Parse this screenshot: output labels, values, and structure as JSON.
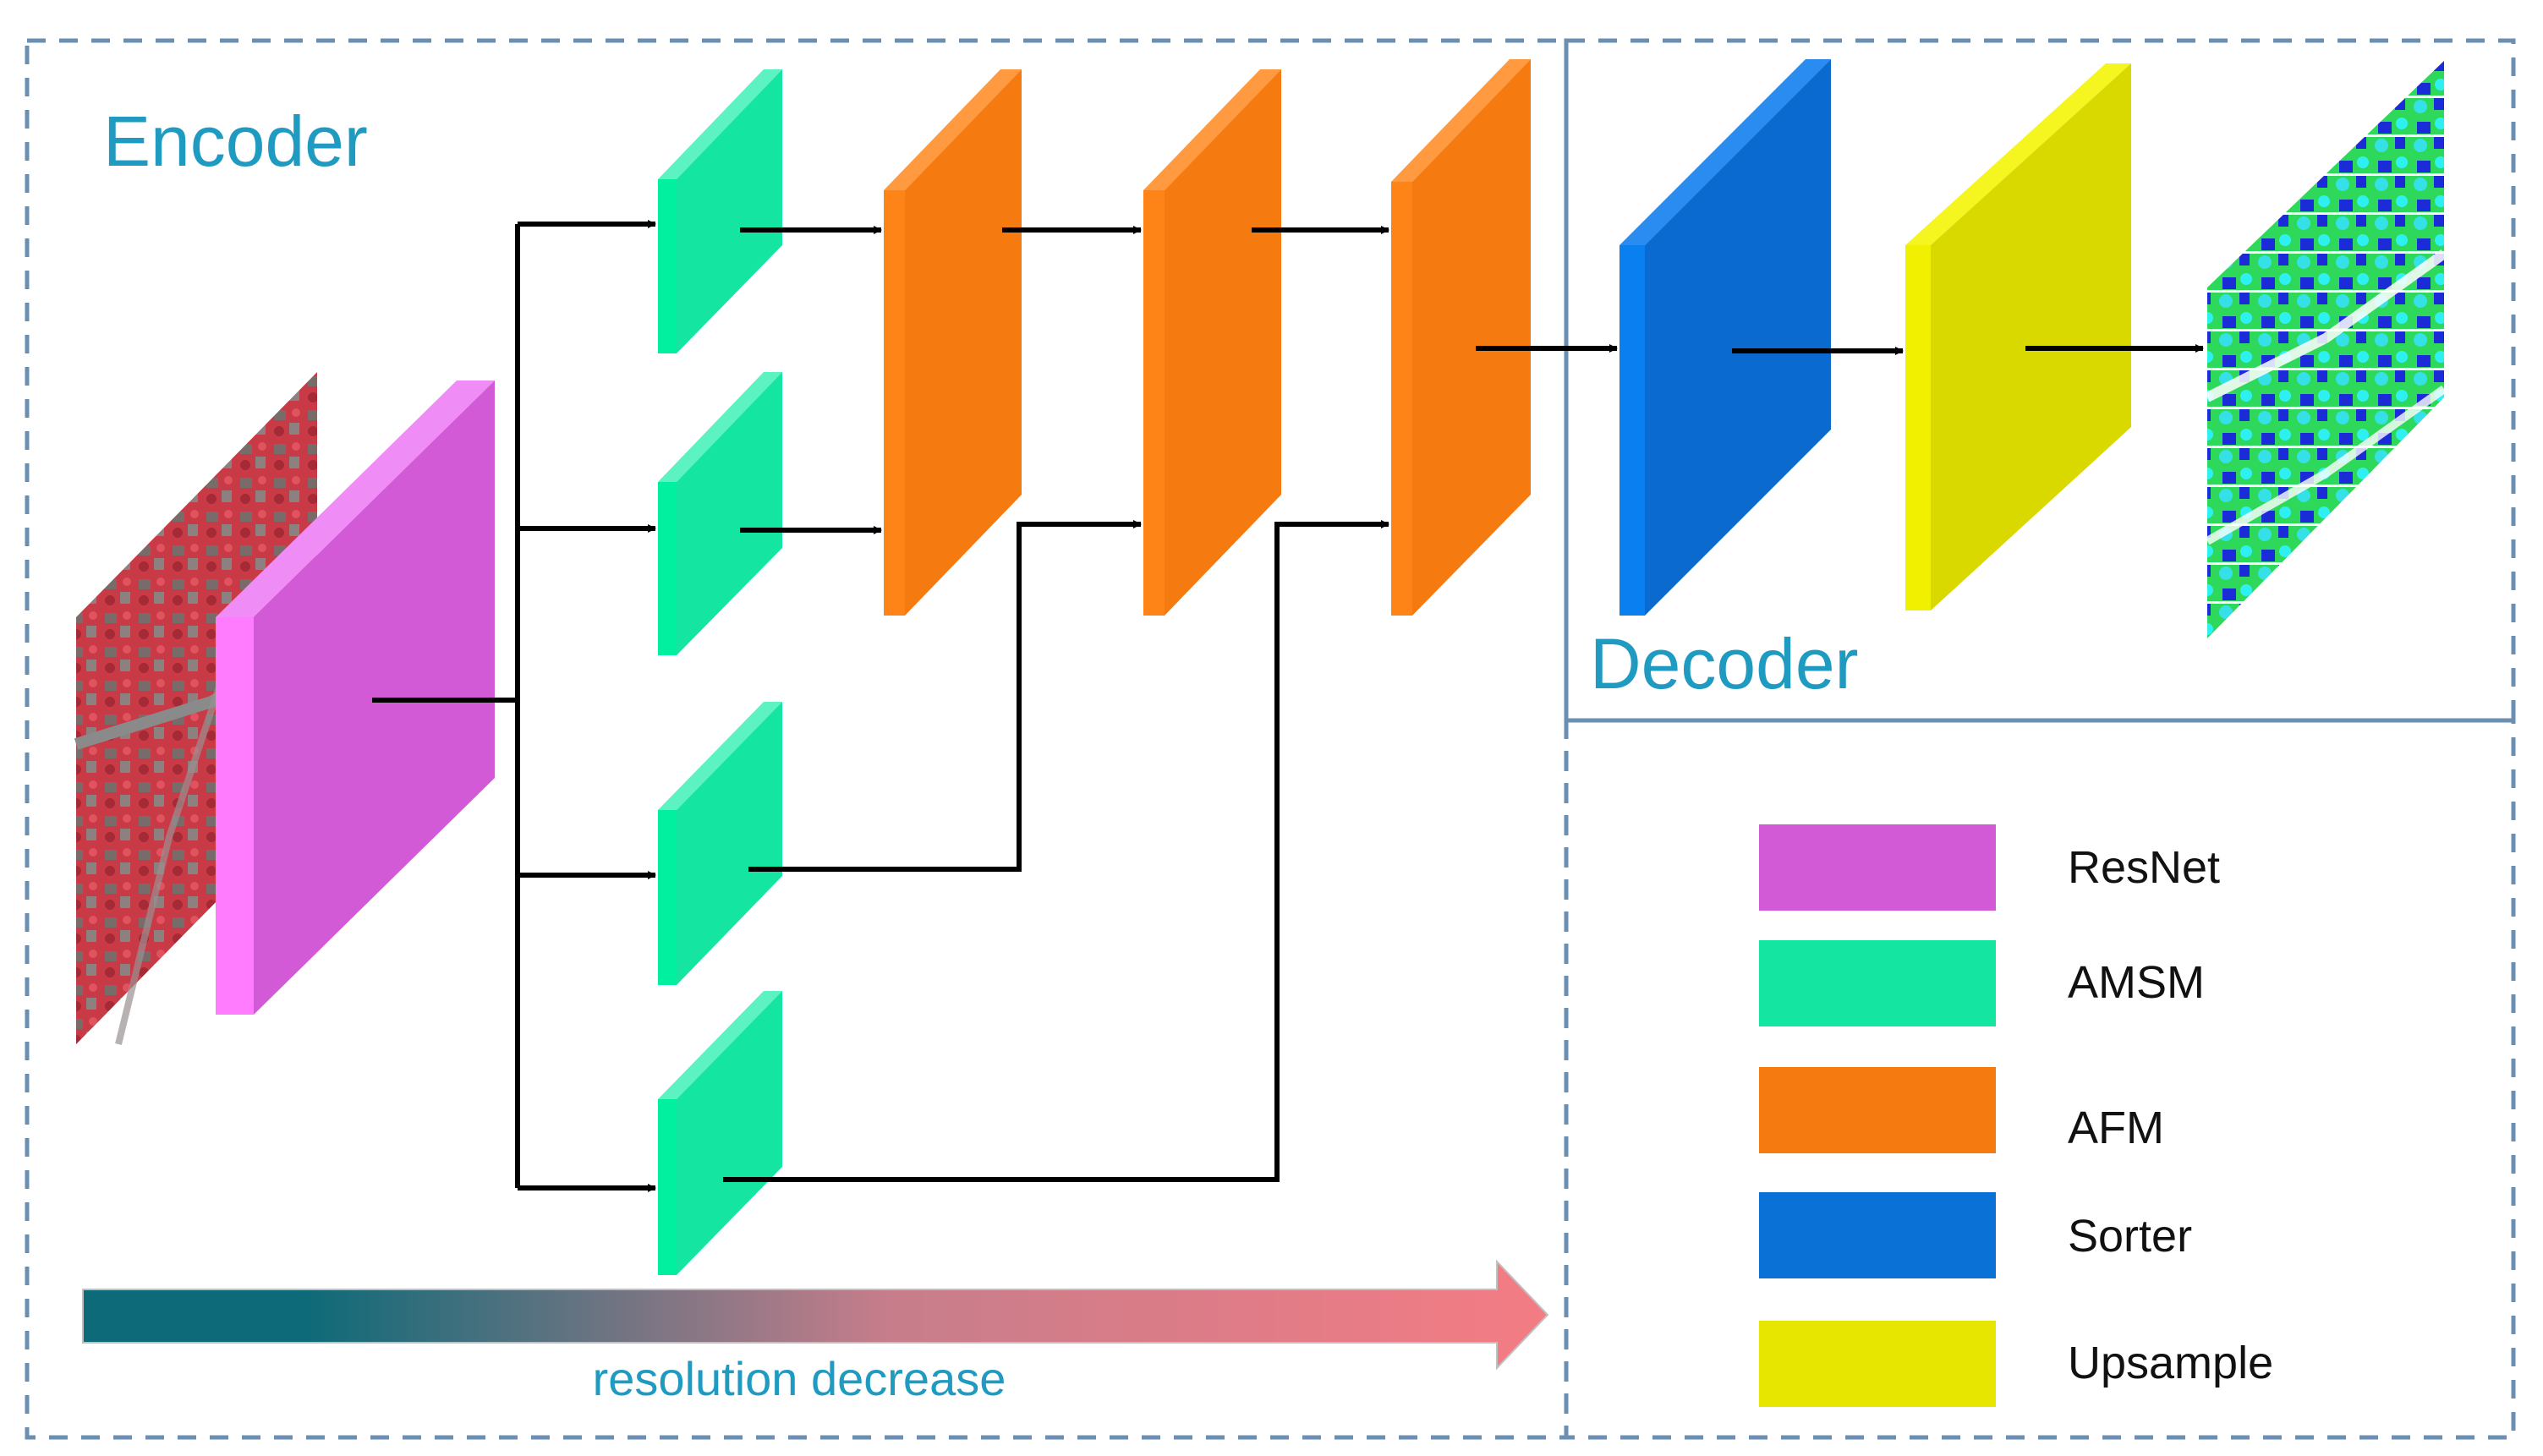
{
  "encoder": {
    "title": "Encoder"
  },
  "decoder": {
    "title": "Decoder"
  },
  "resolution_arrow": {
    "label": "resolution decrease",
    "color_start": "#0d6a78",
    "color_end": "#f08080"
  },
  "legend": [
    {
      "label": "ResNet",
      "color": "#d35ad6"
    },
    {
      "label": "AMSM",
      "color": "#14e6a2"
    },
    {
      "label": "AFM",
      "color": "#f57a10"
    },
    {
      "label": "Sorter",
      "color": "#0a72d6"
    },
    {
      "label": "Upsample",
      "color": "#e6e600"
    }
  ],
  "colors": {
    "border": "#6a8fb3",
    "title_text": "#1f9bc2",
    "arrow": "#000000",
    "resnet": "#d35ad6",
    "amsm": "#14e6a2",
    "afm": "#f57a10",
    "sorter": "#0a72d6",
    "upsample": "#e6e600"
  },
  "input_image": {
    "name": "satellite-input-image"
  },
  "output_image": {
    "name": "segmentation-output-map"
  }
}
